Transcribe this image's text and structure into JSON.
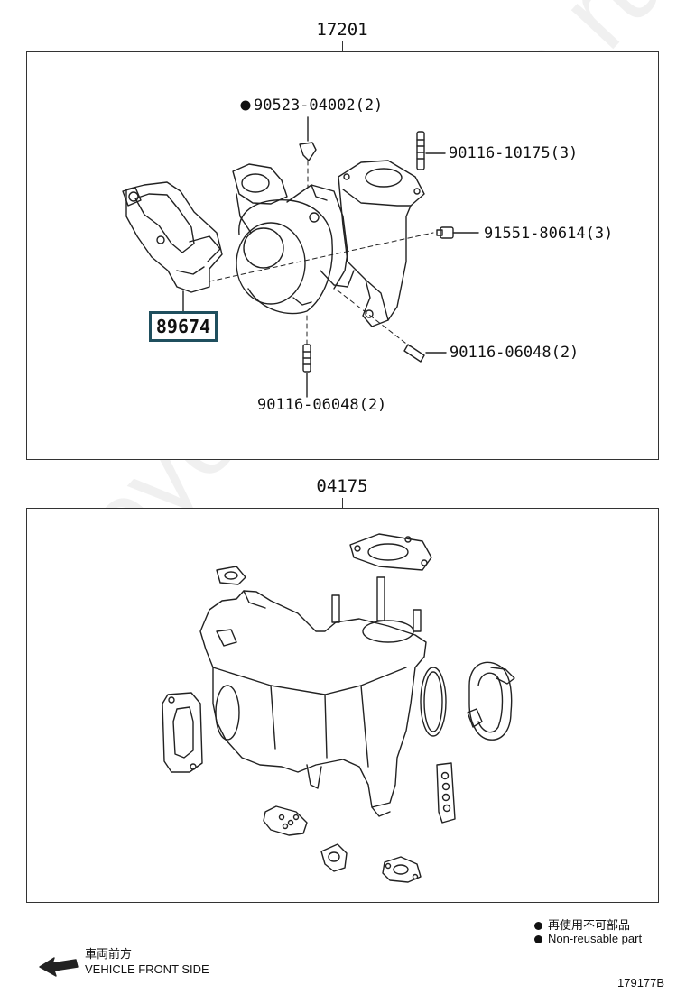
{
  "watermark": "ToyotaCarMine.ru",
  "groups": {
    "top": {
      "label": "17201"
    },
    "bottom": {
      "label": "04175"
    }
  },
  "parts": {
    "p1": "90523-04002(2)",
    "p2": "90116-10175(3)",
    "p3": "91551-80614(3)",
    "p4": "90116-06048(2)",
    "p5": "90116-06048(2)",
    "highlight": "89674"
  },
  "legend": {
    "jp": "再使用不可部品",
    "en": "Non-reusable part"
  },
  "front": {
    "jp": "車両前方",
    "en": "VEHICLE FRONT SIDE"
  },
  "diagram_id": "179177B",
  "colors": {
    "line": "#333333",
    "highlight_border": "#1f4f5e"
  }
}
